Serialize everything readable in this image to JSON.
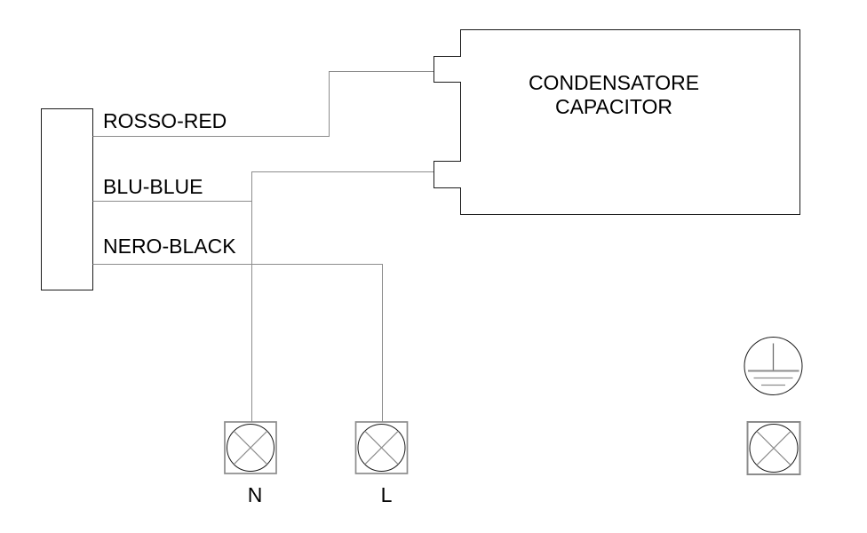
{
  "diagram": {
    "background_color": "#ffffff",
    "wire_color": "#8c8c8c",
    "outline_color": "#1a1a1a",
    "text_color": "#000000"
  },
  "wires": [
    {
      "label": "ROSSO-RED"
    },
    {
      "label": "BLU-BLUE"
    },
    {
      "label": "NERO-BLACK"
    }
  ],
  "capacitor": {
    "label_line1": "CONDENSATORE",
    "label_line2": "CAPACITOR"
  },
  "terminals": [
    {
      "label": "N"
    },
    {
      "label": "L"
    }
  ],
  "symbols": {
    "earth": "protective-earth-icon",
    "lamp": "circle-cross-terminal-icon"
  }
}
